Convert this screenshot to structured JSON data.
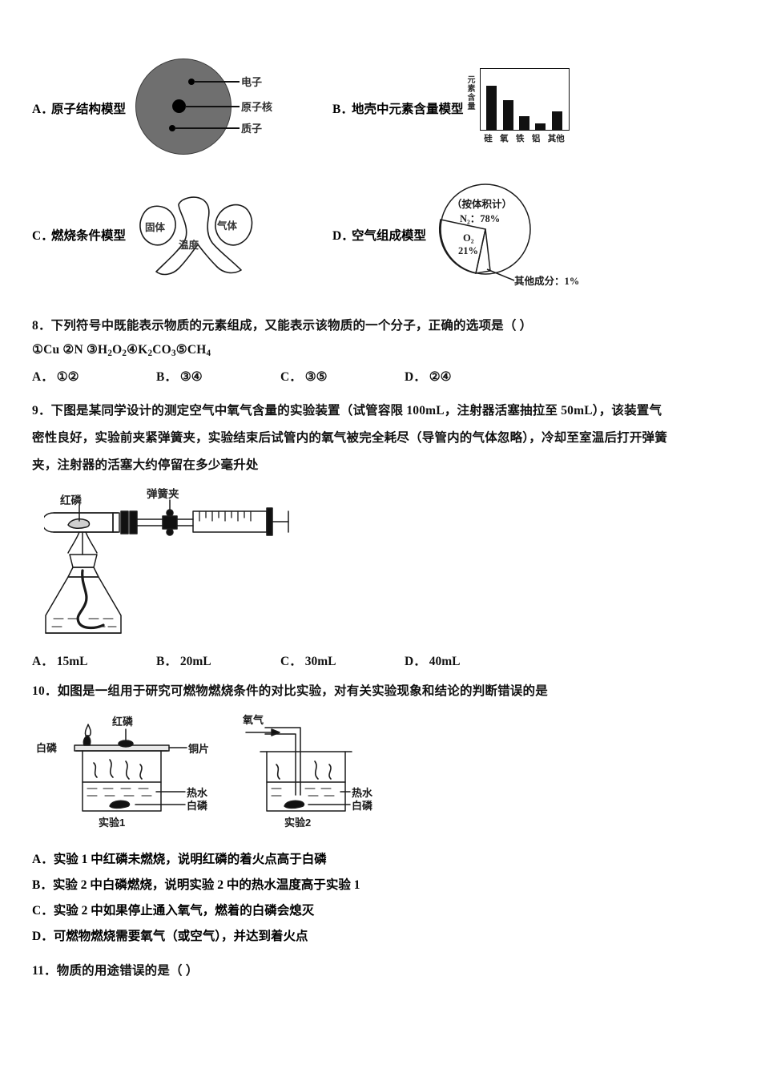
{
  "document": {
    "type": "chemistry-exam-paper",
    "language": "zh-CN"
  },
  "q7": {
    "options": [
      {
        "key": "A．",
        "label": "原子结构模型",
        "figure": "atom-structure-model"
      },
      {
        "key": "B．",
        "label": "地壳中元素含量模型",
        "figure": "crust-element-bar-chart"
      },
      {
        "key": "C．",
        "label": "燃烧条件模型",
        "figure": "combustion-condition-fire-diagram"
      },
      {
        "key": "D．",
        "label": "空气组成模型",
        "figure": "air-composition-pie-chart"
      }
    ],
    "atom_model": {
      "labels": [
        "电子",
        "原子核",
        "质子"
      ]
    },
    "fire_model": {
      "labels": [
        "固体",
        "气体",
        "温度"
      ]
    },
    "pie_model": {
      "title": "（按体积计）",
      "n2": "N₂：78%",
      "o2_name": "O₂",
      "o2_value": "21%",
      "other": "其他成分：1%"
    }
  },
  "chart_data": [
    {
      "type": "bar",
      "title": "地壳中元素含量模型",
      "ylabel": "元素含量",
      "xlabel": "",
      "categories": [
        "硅",
        "氧",
        "铁",
        "铝",
        "其他"
      ],
      "values": [
        85,
        58,
        27,
        12,
        35
      ],
      "ylim": [
        0,
        100
      ],
      "grid": false,
      "legend": "none"
    },
    {
      "type": "pie",
      "title": "空气组成模型",
      "subtitle": "（按体积计）",
      "categories": [
        "N₂",
        "O₂",
        "其他成分"
      ],
      "values": [
        78,
        21,
        1
      ],
      "labels": [
        "N₂：78%",
        "O₂ 21%",
        "其他成分：1%"
      ],
      "legend": "annotations"
    }
  ],
  "q8": {
    "stem": "8．下列符号中既能表示物质的元素组成，又能表示该物质的一个分子，正确的选项是（ ）",
    "items": "①Cu ②N ③H2O2④K2CO3⑤CH4",
    "items_parts": [
      {
        "t": "①Cu ②N ③H"
      },
      {
        "sub": "2"
      },
      {
        "t": "O"
      },
      {
        "sub": "2"
      },
      {
        "t": "④K"
      },
      {
        "sub": "2"
      },
      {
        "t": "CO"
      },
      {
        "sub": "3"
      },
      {
        "t": "⑤CH"
      },
      {
        "sub": "4"
      }
    ],
    "options": [
      {
        "key": "A．",
        "text": "①②"
      },
      {
        "key": "B．",
        "text": "③④"
      },
      {
        "key": "C．",
        "text": "③⑤"
      },
      {
        "key": "D．",
        "text": "②④"
      }
    ]
  },
  "q9": {
    "stem_lines": [
      "9．下图是某同学设计的测定空气中氧气含量的实验装置（试管容限 100mL，注射器活塞抽拉至 50mL），该装置气",
      "密性良好，实验前夹紧弹簧夹，实验结束后试管内的氧气被完全耗尽（导管内的气体忽略），冷却至室温后打开弹簧",
      "夹，注射器的活塞大约停留在多少毫升处"
    ],
    "figure_labels": {
      "red_phosphorus": "红磷",
      "spring_clip": "弹簧夹"
    },
    "options": [
      {
        "key": "A．",
        "text": "15mL"
      },
      {
        "key": "B．",
        "text": "20mL"
      },
      {
        "key": "C．",
        "text": "30mL"
      },
      {
        "key": "D．",
        "text": "40mL"
      }
    ]
  },
  "q10": {
    "stem": "10．如图是一组用于研究可燃物燃烧条件的对比实验，对有关实验现象和结论的判断错误的是",
    "figure_labels": {
      "white_phosphorus_left": "白磷",
      "red_phosphorus": "红磷",
      "copper_sheet": "铜片",
      "hot_water_1": "热水",
      "white_phosphorus_1": "白磷",
      "caption_1": "实验1",
      "oxygen": "氧气",
      "hot_water_2": "热水",
      "white_phosphorus_2": "白磷",
      "caption_2": "实验2"
    },
    "options": [
      {
        "key": "A．",
        "text": "实验 1 中红磷未燃烧，说明红磷的着火点高于白磷"
      },
      {
        "key": "B．",
        "text": "实验 2 中白磷燃烧，说明实验 2 中的热水温度高于实验 1"
      },
      {
        "key": "C．",
        "text": "实验 2 中如果停止通入氧气，燃着的白磷会熄灭"
      },
      {
        "key": "D．",
        "text": "可燃物燃烧需要氧气（或空气），并达到着火点"
      }
    ]
  },
  "q11": {
    "stem": "11．物质的用途错误的是（        ）"
  },
  "colors": {
    "atom_fill": "#6f6f6f",
    "ink": "#111111",
    "page_bg": "#ffffff"
  }
}
